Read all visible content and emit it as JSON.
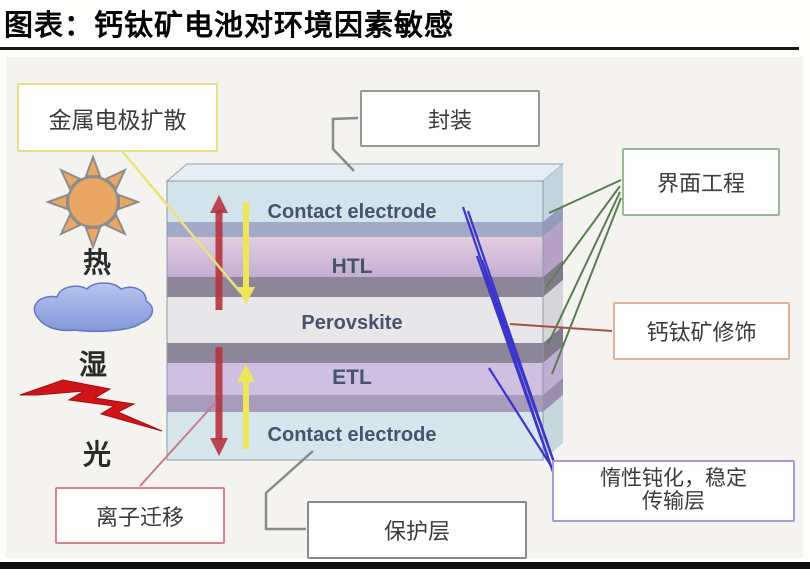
{
  "header": {
    "title": "图表：钙钛矿电池对环境因素敏感"
  },
  "diagram": {
    "environment": {
      "heat": {
        "icon": "sun-icon",
        "label": "热"
      },
      "humidity": {
        "icon": "cloud-icon",
        "label": "湿"
      },
      "light": {
        "icon": "lightning-icon",
        "label": "光"
      }
    },
    "stack": {
      "layers": [
        "Contact electrode",
        "HTL",
        "Perovskite",
        "ETL",
        "Contact electrode"
      ]
    },
    "callouts": {
      "metal_diffusion": "金属电极扩散",
      "encapsulation": "封装",
      "interface_engineering": "界面工程",
      "perovskite_modification": "钙钛矿修饰",
      "passivation_line1": "惰性钝化，稳定",
      "passivation_line2": "传输层",
      "ion_migration": "离子迁移",
      "protection_layer": "保护层"
    },
    "colors": {
      "metal_diffusion_border": "#e6e184",
      "encapsulation_border": "#979797",
      "interface_border": "#9cb894",
      "perovskite_modification_border": "#dcb69b",
      "passivation_border": "#a89ad8",
      "ion_migration_border": "#d8858f",
      "protection_border": "#8a8a8a",
      "red_arrow": "#b8333f",
      "yellow_arrow": "#ece65a",
      "green_line": "#5a7d52",
      "blue_line": "#3c35c9",
      "contact_electrode_fill": "#d3e3ec",
      "htl_etl_fill": "#cfbfe2",
      "perovskite_fill": "#e7e6e9"
    }
  }
}
